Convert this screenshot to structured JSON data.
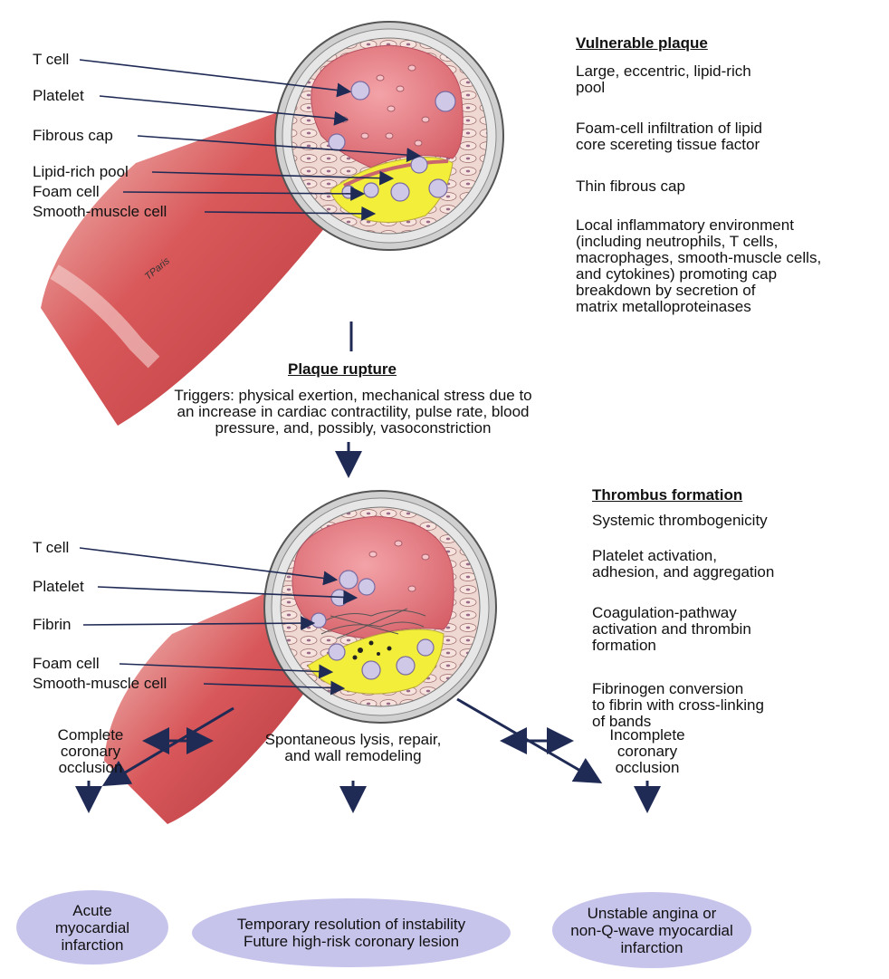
{
  "top_labels": [
    "T cell",
    "Platelet",
    "Fibrous cap",
    "Lipid-rich pool",
    "Foam cell",
    "Smooth-muscle cell"
  ],
  "signature": "TParis",
  "vulnerable": {
    "title": "Vulnerable plaque",
    "items": [
      "Large, eccentric, lipid-rich\npool",
      "Foam-cell infiltration of lipid\ncore scereting tissue factor",
      "Thin fibrous cap",
      "Local inflammatory environment\n(including neutrophils, T cells,\nmacrophages, smooth-muscle cells,\nand cytokines) promoting cap\nbreakdown by secretion of\nmatrix metalloproteinases"
    ]
  },
  "rupture": {
    "title": "Plaque rupture",
    "text": "Triggers: physical exertion, mechanical stress due to\nan increase in cardiac contractility, pulse rate, blood\npressure, and, possibly, vasoconstriction"
  },
  "bottom_labels": [
    "T cell",
    "Platelet",
    "Fibrin",
    "Foam cell",
    "Smooth-muscle cell"
  ],
  "thrombus": {
    "title": "Thrombus formation",
    "items": [
      "Systemic thrombogenicity",
      "Platelet activation,\nadhesion, and aggregation",
      "Coagulation-pathway\nactivation and thrombin\nformation",
      "Fibrinogen conversion\nto fibrin with cross-linking\nof bands"
    ]
  },
  "outcomes": {
    "complete": "Complete\ncoronary\nocclusion",
    "spontaneous": "Spontaneous lysis, repair,\nand wall remodeling",
    "incomplete": "Incomplete\ncoronary\nocclusion"
  },
  "results": {
    "ami": "Acute\nmyocardial\ninfarction",
    "temporary": "Temporary resolution of instability\nFuture high-risk coronary lesion",
    "unstable": "Unstable angina or\nnon-Q-wave myocardial\ninfarction"
  },
  "colors": {
    "vessel": "#d95a5a",
    "lumen": "#e9878d",
    "lipid": "#f2ee3a",
    "wall": "#d9d9d9",
    "oval": "#c7c4ec",
    "arrow": "#1f2a55"
  }
}
